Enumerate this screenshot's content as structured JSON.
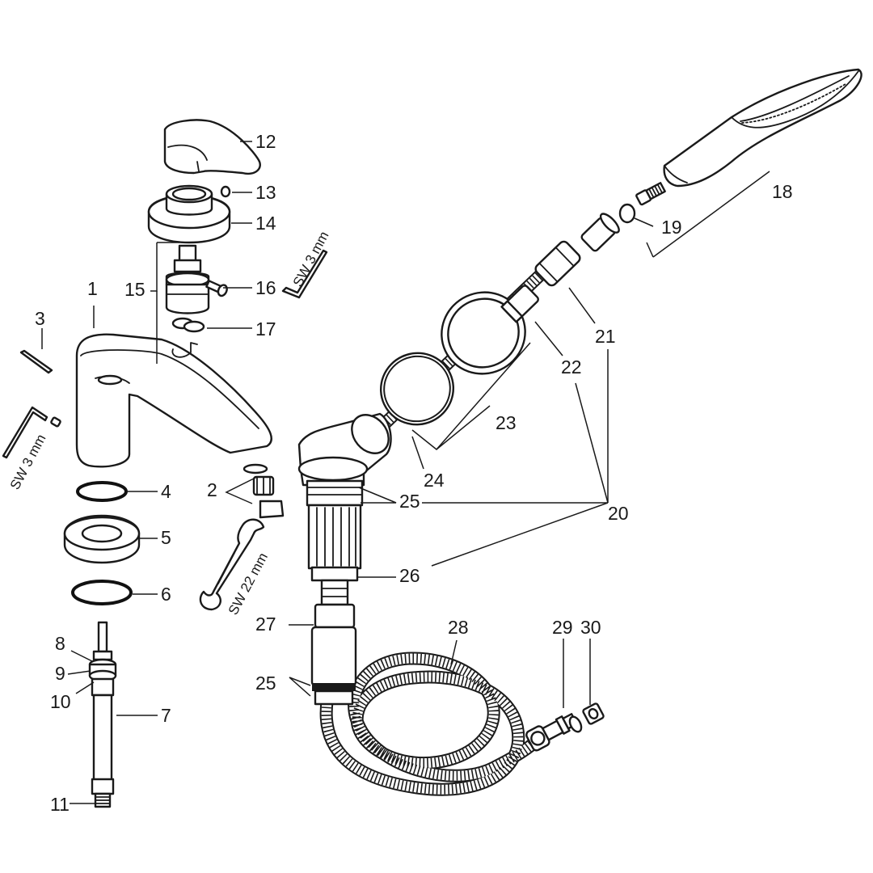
{
  "parts": [
    {
      "id": "1",
      "label": "1"
    },
    {
      "id": "2",
      "label": "2"
    },
    {
      "id": "3",
      "label": "3"
    },
    {
      "id": "4",
      "label": "4"
    },
    {
      "id": "5",
      "label": "5"
    },
    {
      "id": "6",
      "label": "6"
    },
    {
      "id": "7",
      "label": "7"
    },
    {
      "id": "8",
      "label": "8"
    },
    {
      "id": "9",
      "label": "9"
    },
    {
      "id": "10",
      "label": "10"
    },
    {
      "id": "11",
      "label": "11"
    },
    {
      "id": "12",
      "label": "12"
    },
    {
      "id": "13",
      "label": "13"
    },
    {
      "id": "14",
      "label": "14"
    },
    {
      "id": "15",
      "label": "15"
    },
    {
      "id": "16",
      "label": "16"
    },
    {
      "id": "17",
      "label": "17"
    },
    {
      "id": "18",
      "label": "18"
    },
    {
      "id": "19",
      "label": "19"
    },
    {
      "id": "20",
      "label": "20"
    },
    {
      "id": "21",
      "label": "21"
    },
    {
      "id": "22",
      "label": "22"
    },
    {
      "id": "23",
      "label": "23"
    },
    {
      "id": "24",
      "label": "24"
    },
    {
      "id": "25a",
      "label": "25"
    },
    {
      "id": "25b",
      "label": "25"
    },
    {
      "id": "26",
      "label": "26"
    },
    {
      "id": "27",
      "label": "27"
    },
    {
      "id": "28",
      "label": "28"
    },
    {
      "id": "29",
      "label": "29"
    },
    {
      "id": "30",
      "label": "30"
    }
  ],
  "tools": {
    "hex_key_top": "SW 3 mm",
    "hex_key_left": "SW 3 mm",
    "wrench": "SW 22 mm"
  },
  "colors": {
    "line": "#1a1a1a",
    "background": "#ffffff"
  }
}
